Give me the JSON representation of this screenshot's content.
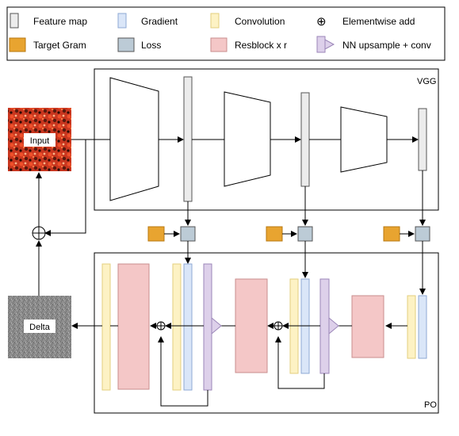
{
  "legend": {
    "feature_map": "Feature map",
    "gradient": "Gradient",
    "convolution": "Convolution",
    "elementwise_add": "Elementwise add",
    "target_gram": "Target Gram",
    "loss": "Loss",
    "resblock": "Resblock x r",
    "nn_upsample": "NN upsample + conv",
    "add_symbol": "⊕"
  },
  "vgg": {
    "label": "VGG"
  },
  "po": {
    "label": "PO"
  },
  "input": {
    "label": "Input"
  },
  "delta": {
    "label": "Delta"
  },
  "colors": {
    "feature_map": "#ececec",
    "gradient": "#dae6f8",
    "convolution": "#fdf2c4",
    "target_gram": "#e8a430",
    "loss": "#bccbd6",
    "resblock": "#f4c7c7",
    "nn_upsample": "#ddd0ea"
  }
}
